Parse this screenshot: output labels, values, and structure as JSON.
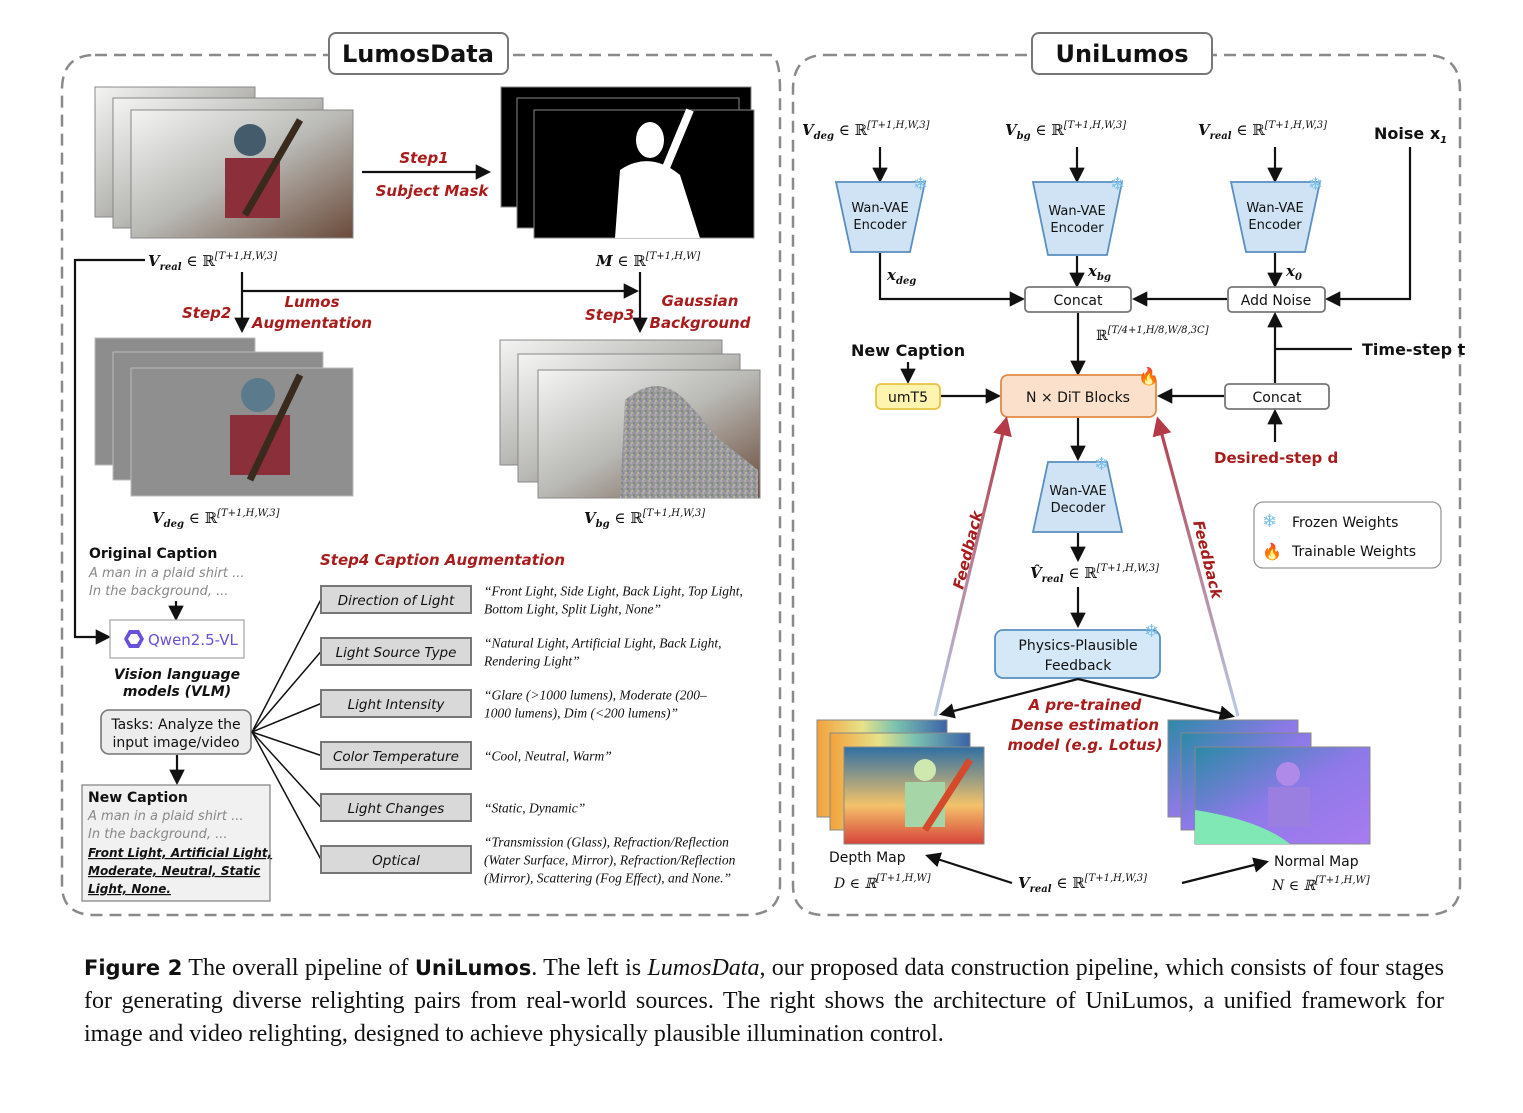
{
  "left_panel": {
    "title": "LumosData",
    "v_real": "V",
    "v_real_sub": "real",
    "v_real_dim": "[T+1,H,W,3]",
    "mask": "M",
    "mask_dim": "[T+1,H,W]",
    "step1_title": "Step1",
    "step1_desc": "Subject Mask",
    "step2_title": "Step2",
    "step2_desc_1": "Lumos",
    "step2_desc_2": "Augmentation",
    "step3_title": "Step3",
    "step3_desc_1": "Gaussian",
    "step3_desc_2": "Background",
    "v_deg": "V",
    "v_deg_sub": "deg",
    "v_deg_dim": "[T+1,H,W,3]",
    "v_bg": "V",
    "v_bg_sub": "bg",
    "v_bg_dim": "[T+1,H,W,3]",
    "original_caption_title": "Original Caption",
    "original_caption_lines": [
      "A man in a plaid shirt ...",
      "In the background, ..."
    ],
    "vlm_name": "Qwen2.5-VL",
    "vlm_desc_1": "Vision language",
    "vlm_desc_2": "models (VLM)",
    "tasks_1": "Tasks: Analyze the",
    "tasks_2": "input image/video",
    "new_caption_title": "New Caption",
    "new_caption_lines": [
      "A man in a plaid shirt ...",
      "In the background, ..."
    ],
    "new_caption_bold": [
      "Front Light, Artificial Light,",
      "Moderate, Neutral, Static",
      "Light, None."
    ],
    "step4_title": "Step4 Caption Augmentation",
    "categories": [
      {
        "label": "Direction of Light",
        "options": [
          "“Front Light, Side Light, Back Light, Top Light,",
          "Bottom Light, Split Light, None”"
        ]
      },
      {
        "label": "Light Source Type",
        "options": [
          "“Natural Light, Artificial Light, Back Light,",
          "Rendering Light”"
        ]
      },
      {
        "label": "Light Intensity",
        "options": [
          "“Glare (>1000 lumens), Moderate (200–",
          "1000 lumens), Dim (<200 lumens)”"
        ]
      },
      {
        "label": "Color Temperature",
        "options": [
          "“Cool,  Neutral, Warm”"
        ]
      },
      {
        "label": "Light Changes",
        "options": [
          "“Static, Dynamic”"
        ]
      },
      {
        "label": "Optical",
        "options": [
          "“Transmission (Glass), Refraction/Reflection",
          "(Water Surface, Mirror), Refraction/Reflection",
          " (Mirror), Scattering (Fog Effect), and None.”"
        ]
      }
    ]
  },
  "right_panel": {
    "title": "UniLumos",
    "in_deg": "V",
    "in_deg_sub": "deg",
    "in_deg_dim": "[T+1,H,W,3]",
    "in_bg": "V",
    "in_bg_sub": "bg",
    "in_bg_dim": "[T+1,H,W,3]",
    "in_real": "V",
    "in_real_sub": "real",
    "in_real_dim": "[T+1,H,W,3]",
    "noise": "Noise x",
    "noise_sub": "1",
    "encoder_1": "Wan-VAE",
    "encoder_2": "Encoder",
    "x_deg": "x",
    "x_deg_sub": "deg",
    "x_bg": "x",
    "x_bg_sub": "bg",
    "x_0": "x",
    "x_0_sub": "0",
    "concat": "Concat",
    "add_noise": "Add Noise",
    "latent_dim": "[T/4+1,H/8,W/8,3C]",
    "timestep": "Time-step t",
    "new_caption": "New Caption",
    "umt5": "umT5",
    "dit": "N × DiT Blocks",
    "concat2": "Concat",
    "desired_step": "Desired-step d",
    "decoder_1": "Wan-VAE",
    "decoder_2": "Decoder",
    "v_hat": "V̂",
    "v_hat_sub": "real",
    "v_hat_dim": "[T+1,H,W,3]",
    "feedback_label": "Feedback",
    "physics_1": "Physics-Plausible",
    "physics_2": "Feedback",
    "pretrained_1": "A pre-trained",
    "pretrained_2": "Dense estimation",
    "pretrained_3": "model (e.g. Lotus)",
    "depth_map": "Depth Map",
    "depth_dim": "[T+1,H,W]",
    "normal_map": "Normal Map",
    "normal_dim": "[T+1,H,W]",
    "v_real_bottom": "V",
    "v_real_bottom_sub": "real",
    "v_real_bottom_dim": "[T+1,H,W,3]",
    "legend": {
      "frozen": "Frozen Weights",
      "trainable": "Trainable Weights"
    }
  },
  "caption": {
    "figure_label": "Figure 2",
    "text_1": " The overall pipeline of ",
    "brand": "UniLumos",
    "text_2": ". The left is ",
    "italic": "LumosData",
    "text_3": ", our proposed data construction pipeline, which consists of four stages for generating diverse relighting pairs from real-world sources. The right shows the architecture of UniLumos, a unified framework for image and video relighting, designed to achieve physically plausible illumination control."
  },
  "colors": {
    "accent_red": "#a81c1c",
    "encoder_blue": "#cfe3f4",
    "dit_orange": "#fbe1cc",
    "umt5_yellow": "#fff3b0"
  }
}
